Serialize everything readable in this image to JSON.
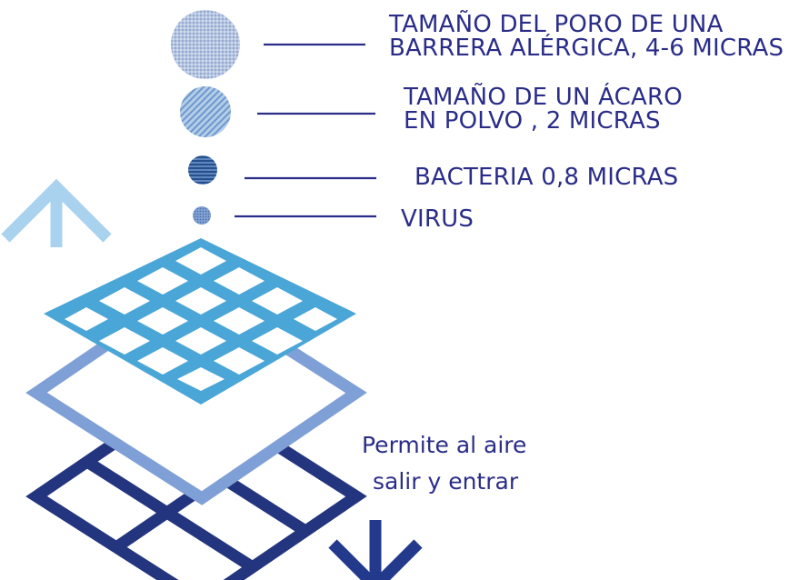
{
  "particles": [
    {
      "id": "pore",
      "lines": [
        "TAMAÑO DEL PORO DE UNA",
        "BARRERA ALÉRGICA, 4-6 MICRAS"
      ],
      "color": "#9fb4d6"
    },
    {
      "id": "mite",
      "lines": [
        "TAMAÑO DE UN ÁCARO",
        "EN POLVO , 2 MICRAS"
      ],
      "color": "#8fb0d8"
    },
    {
      "id": "bacteria",
      "lines": [
        "BACTERIA 0,8 MICRAS"
      ],
      "color": "#3d6fa8"
    },
    {
      "id": "virus",
      "lines": [
        "VIRUS"
      ],
      "color": "#5f86c0"
    }
  ],
  "caption": {
    "line1": "Permite al aire",
    "line2": "salir y entrar"
  },
  "colors": {
    "text": "#2a2d88",
    "leader": "#2a2d88",
    "arrow_up": "#a9d2ef",
    "arrow_down": "#233a8c",
    "layer_top": "#4aa6d6",
    "layer_mid": "#7fa0d6",
    "layer_bottom": "#24357f"
  }
}
